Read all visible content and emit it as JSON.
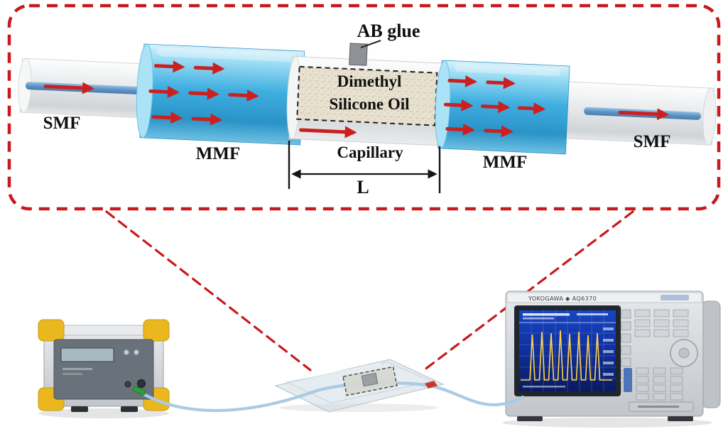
{
  "inset": {
    "labels": {
      "ab_glue": "AB glue",
      "smf_left": "SMF",
      "mmf_left": "MMF",
      "oil_line1": "Dimethyl",
      "oil_line2": "Silicone Oil",
      "capillary": "Capillary",
      "length": "L",
      "mmf_right": "MMF",
      "smf_right": "SMF"
    },
    "border_color": "#c8191c"
  },
  "equipment": {
    "osa": {
      "brand": "YOKOGAWA ◆ AQ6370"
    }
  },
  "colors": {
    "callout_red": "#c8191c",
    "arrow_red": "#cc2020",
    "mmf_blue": "#35a7dc",
    "core_blue": "#5b93c4",
    "oil_beige": "#e8e1d0",
    "screen_blue": "#0f2f9c",
    "trace_yellow": "#ffd34d",
    "bumper_yellow": "#eab71f",
    "fiber_cable": "#a9cbe3"
  }
}
